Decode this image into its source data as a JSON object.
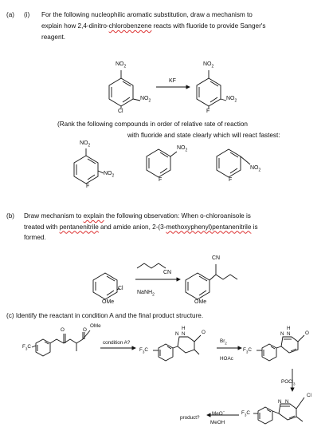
{
  "part_a": {
    "label": "(a)",
    "sub": "(i)",
    "line1": "For the following nucleophilic aromatic substitution, draw a mechanism to",
    "line2_pre": "explain how 2,4-dinitro-",
    "line2_sq": "chlorobenzene",
    "line2_post": " reacts with fluoride to provide Sanger's",
    "line3": "reagent.",
    "reagent": "KF",
    "no2": "NO",
    "two": "2",
    "cl": "Cl",
    "f": "F",
    "rank_line1": "(Rank the following compounds in order of relative rate of reaction",
    "rank_line2": "with fluoride and state clearly which will react fastest:"
  },
  "part_b": {
    "label": "(b)",
    "line1_pre": "Draw mechanism to ",
    "line1_sq": "explain",
    "line1_post": " the following observation: When o-chloroanisole is",
    "line2_pre": "treated with ",
    "line2_sq1": "pentanenitrile",
    "line2_mid": " and amide anion, 2-(3-",
    "line2_sq2": "methoxyphenyl)pentanenitrile",
    "line2_post": " is",
    "line3": "formed.",
    "cn": "CN",
    "cl": "Cl",
    "ome": "OMe",
    "nanh": "NaNH",
    "two": "2"
  },
  "part_c": {
    "title": "(c) Identify the reactant in condition A and the final product structure.",
    "f3c": "F",
    "three": "3",
    "c": "C",
    "o": "O",
    "ome": "OMe",
    "condition": "condition A?",
    "h": "H",
    "n": "N",
    "br2": "Br",
    "two": "2",
    "hoac": "HOAc",
    "pocl": "POCl",
    "cl": "Cl",
    "meo": "MeO",
    "minus": "−",
    "meoh": "MeOH",
    "product": "product?"
  }
}
